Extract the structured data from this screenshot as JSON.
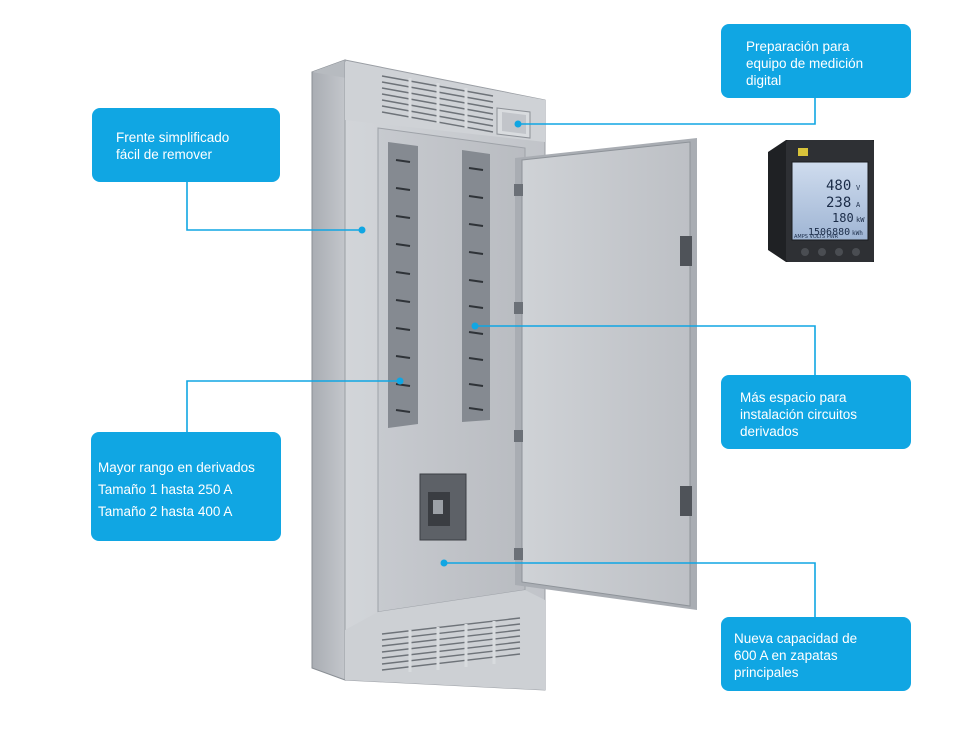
{
  "callouts": {
    "frente": [
      "Frente simplificado",
      "fácil de remover"
    ],
    "preparacion": [
      "Preparación para",
      "equipo de medición",
      "digital"
    ],
    "mas_espacio": [
      "Más espacio para",
      "instalación circuitos",
      "derivados"
    ],
    "mayor_rango": [
      "Mayor rango en derivados",
      "Tamaño 1 hasta 250 A",
      "Tamaño 2 hasta 400 A"
    ],
    "nueva_capacidad": [
      "Nueva capacidad de",
      "600 A en zapatas",
      "principales"
    ]
  },
  "meter_display": {
    "row1": "480",
    "row1_unit": "V",
    "row2": "238",
    "row2_unit": "A",
    "row3": "180",
    "row3_unit": "kW",
    "row4": "1506880",
    "row4_unit": "kWh",
    "footer": "AMPS  VOLTS  PWR"
  },
  "colors": {
    "accent": "#10a6e3",
    "cabinet": "#c9ccd1",
    "cabinet_dark": "#8e9399",
    "door": "#cdd0d4",
    "meter_body": "#2e3034",
    "meter_screen": "#b9cbe3"
  }
}
